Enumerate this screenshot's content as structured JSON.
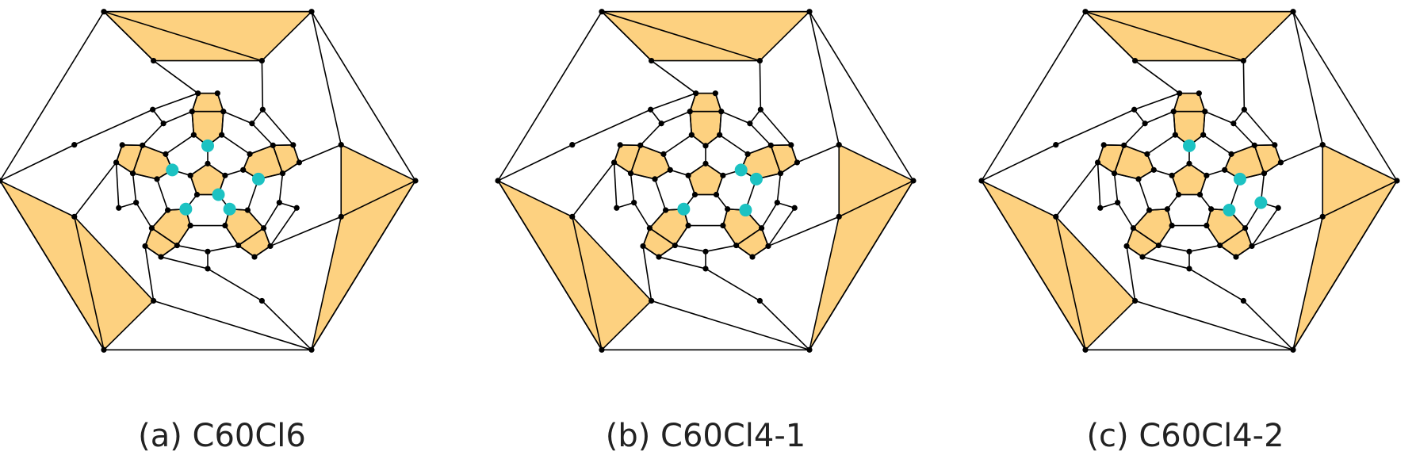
{
  "colors": {
    "pentagon_fill": "#FDD180",
    "edge": "#000000",
    "vertex": "#000000",
    "chlorine": "#1CC2C2"
  },
  "panels": [
    {
      "caption": "(a) C60Cl6",
      "chlorine_vertices": [
        2,
        5,
        7,
        8,
        9,
        13
      ]
    },
    {
      "caption": "(b) C60Cl4-1",
      "chlorine_vertices": [
        6,
        8,
        13,
        14
      ]
    },
    {
      "caption": "(c) C60Cl4-2",
      "chlorine_vertices": [
        5,
        13,
        14,
        25
      ]
    }
  ]
}
